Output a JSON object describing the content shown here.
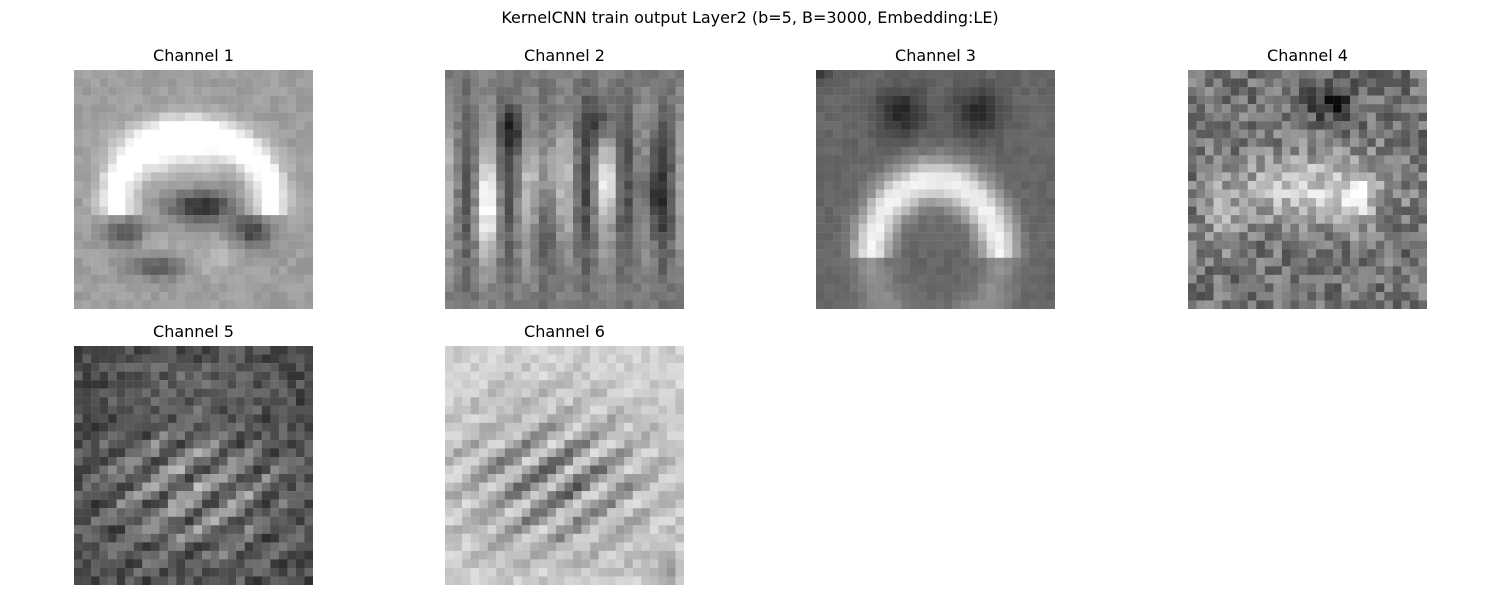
{
  "figure": {
    "title": "KernelCNN train output Layer2 (b=5, B=3000, Embedding:LE)"
  },
  "panels": [
    {
      "title": "Channel 1",
      "pattern": "arch-with-dark-spots",
      "colormap": "gray"
    },
    {
      "title": "Channel 2",
      "pattern": "vertical-stripes",
      "colormap": "gray"
    },
    {
      "title": "Channel 3",
      "pattern": "bright-crescent",
      "colormap": "gray"
    },
    {
      "title": "Channel 4",
      "pattern": "noisy-bright-block",
      "colormap": "gray"
    },
    {
      "title": "Channel 5",
      "pattern": "diagonal-bright-stripes-dark-bg",
      "colormap": "gray"
    },
    {
      "title": "Channel 6",
      "pattern": "diagonal-dark-stripes-light-bg",
      "colormap": "gray"
    }
  ]
}
